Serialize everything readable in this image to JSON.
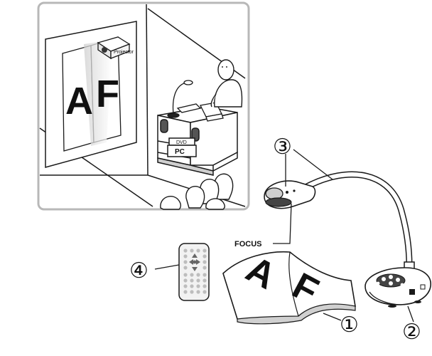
{
  "classroom": {
    "projector_label": "Projector",
    "screen_letters": [
      "A",
      "F"
    ],
    "dvd_label": "DVD",
    "pc_label": "PC"
  },
  "callouts": {
    "document": "①",
    "base": "②",
    "camera_head": "③",
    "remote": "④"
  },
  "focus_label": "FOCUS",
  "paper_letters": [
    "A",
    "F"
  ],
  "colors": {
    "line": "#1a1a1a",
    "panel_border": "#b8b8b8",
    "screen_shade": "#d9d9d9",
    "dark_part": "#444444",
    "light_fill": "#f2f2f2"
  }
}
